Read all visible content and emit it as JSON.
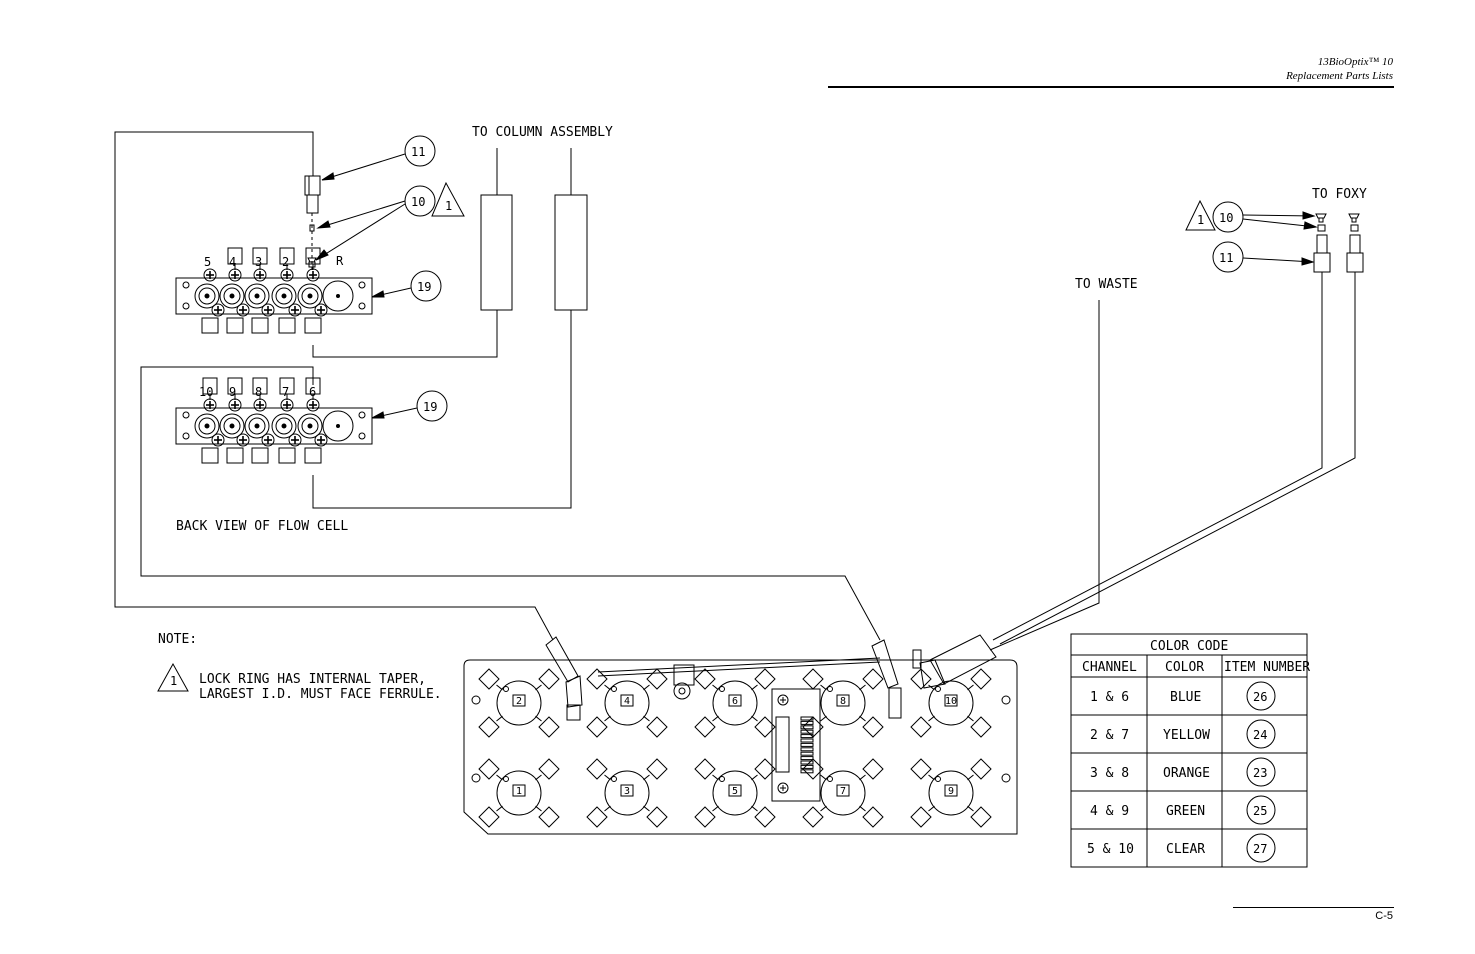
{
  "header": {
    "line1": "13BioOptix™ 10",
    "line2": "Replacement Parts Lists"
  },
  "footer": {
    "page_number": "C-5"
  },
  "labels": {
    "to_column_assembly": "TO COLUMN ASSEMBLY",
    "to_foxy": "TO FOXY",
    "to_waste": "TO WASTE",
    "back_view": "BACK VIEW OF FLOW CELL",
    "note_title": "NOTE:",
    "note_line1": "LOCK RING HAS INTERNAL TAPER,",
    "note_line2": "LARGEST I.D. MUST FACE FERRULE.",
    "port_r": "R"
  },
  "callouts": {
    "c11_left": "11",
    "c10_left": "10",
    "c19_top": "19",
    "c19_bottom": "19",
    "c10_right": "10",
    "c11_right": "11",
    "warn_left": "1",
    "warn_right": "1",
    "warn_note": "1"
  },
  "top_block_ports": [
    "5",
    "4",
    "3",
    "2"
  ],
  "bottom_block_ports": [
    "10",
    "9",
    "8",
    "7",
    "6"
  ],
  "panel_channels_top": [
    "2",
    "4",
    "6",
    "8",
    "10"
  ],
  "panel_channels_bottom": [
    "1",
    "3",
    "5",
    "7",
    "9"
  ],
  "color_table": {
    "title": "COLOR CODE",
    "headers": [
      "CHANNEL",
      "COLOR",
      "ITEM NUMBER"
    ],
    "rows": [
      {
        "channel": "1 & 6",
        "color": "BLUE",
        "item": "26"
      },
      {
        "channel": "2 & 7",
        "color": "YELLOW",
        "item": "24"
      },
      {
        "channel": "3 & 8",
        "color": "ORANGE",
        "item": "23"
      },
      {
        "channel": "4 & 9",
        "color": "GREEN",
        "item": "25"
      },
      {
        "channel": "5 & 10",
        "color": "CLEAR",
        "item": "27"
      }
    ]
  }
}
